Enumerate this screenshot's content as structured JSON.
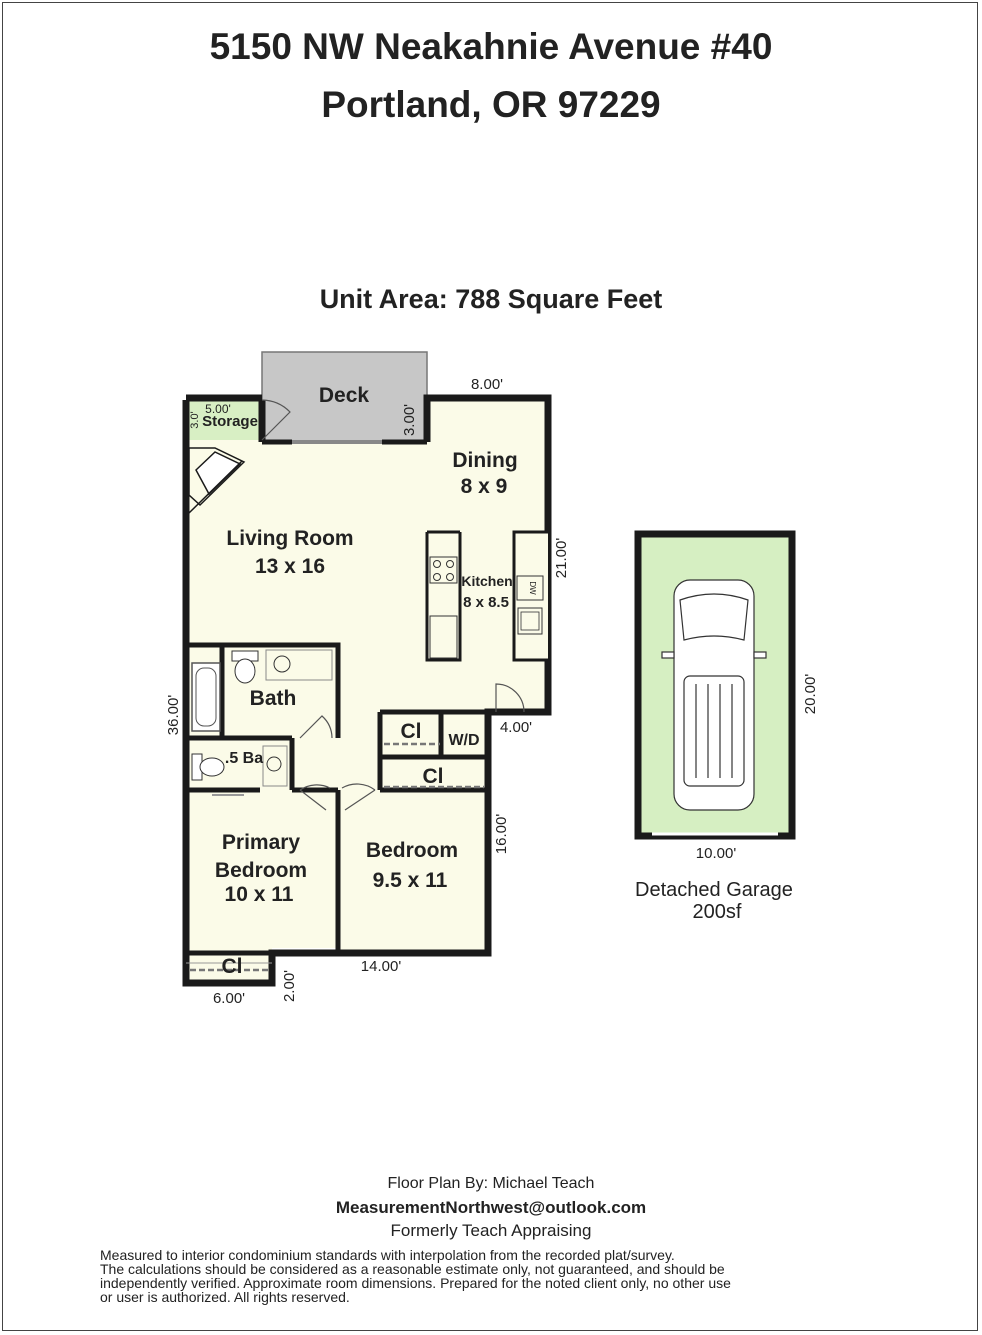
{
  "header": {
    "address_line1": "5150 NW Neakahnie Avenue #40",
    "address_line2": "Portland, OR 97229",
    "unit_area": "Unit Area:  788 Square Feet"
  },
  "plan": {
    "deck": "Deck",
    "storage": "Storage",
    "storage_dim_w": "5.00'",
    "storage_dim_h": "3.0'",
    "deck_dim": "3.00'",
    "dining_name": "Dining",
    "dining_size": "8 x 9",
    "living_name": "Living Room",
    "living_size": "13 x 16",
    "kitchen_name": "Kitchen",
    "kitchen_size": "8 x 8.5",
    "dw": "DW",
    "bath": "Bath",
    "half_bath": ".5 Ba",
    "closet": "Cl",
    "wd": "W/D",
    "primary_line1": "Primary",
    "primary_line2": "Bedroom",
    "primary_size": "10 x 11",
    "bedroom_name": "Bedroom",
    "bedroom_size": "9.5 x 11",
    "dim_top": "8.00'",
    "dim_right": "21.00'",
    "dim_left": "36.00'",
    "dim_4": "4.00'",
    "dim_16": "16.00'",
    "dim_14": "14.00'",
    "dim_6": "6.00'",
    "dim_2": "2.00'"
  },
  "garage": {
    "dim_h": "20.00'",
    "dim_w": "10.00'",
    "label_line1": "Detached Garage",
    "label_line2": "200sf"
  },
  "footer": {
    "by": "Floor Plan By: Michael Teach",
    "email": "MeasurementNorthwest@outlook.com",
    "formerly": "Formerly Teach Appraising",
    "disclaimer_1": "Measured to interior condominium standards with interpolation from the recorded plat/survey.",
    "disclaimer_2": "The calculations should be considered as a reasonable estimate only, not guaranteed, and should be",
    "disclaimer_3": "independently verified. Approximate room dimensions. Prepared for the noted client only, no other use",
    "disclaimer_4": "or user is authorized. All rights reserved."
  },
  "colors": {
    "floor": "#fbfbe8",
    "wall": "#1a1a1a",
    "deck": "#c7c7c7",
    "storage": "#d8efc4",
    "garage_floor": "#d6efc2"
  }
}
